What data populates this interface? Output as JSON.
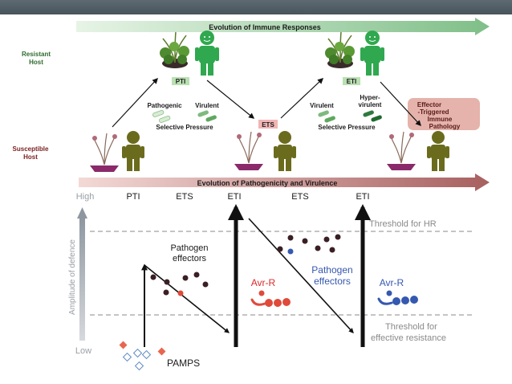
{
  "top": {
    "evolution_immune": "Evolution of Immune Responses",
    "resistant_host": [
      "Resistant",
      "Host"
    ],
    "susceptible_host": [
      "Susceptible",
      "Host"
    ],
    "pti_badge": "PTI",
    "eti_badge": "ETI",
    "ets_badge": "ETS",
    "pathogenic": "Pathogenic",
    "virulent_left": "Virulent",
    "selective_pressure_left": "Selective Pressure",
    "virulent_right": "Virulent",
    "hypervirulent": [
      "Hyper-",
      "virulent"
    ],
    "selective_pressure_right": "Selective Pressure",
    "eti_pathology": [
      "Effector",
      "-Triggered",
      "Immune",
      "Pathology"
    ],
    "evolution_pathogenicity": "Evolution of Pathogenicity and Virulence"
  },
  "bottom": {
    "high": "High",
    "low": "Low",
    "y_axis": "Amplitude of defence",
    "phases": [
      "PTI",
      "ETS",
      "ETI",
      "ETS",
      "ETI"
    ],
    "threshold_hr": "Threshold for HR",
    "threshold_effective": [
      "Threshold for",
      "effective resistance"
    ],
    "pathogen_effectors_left": [
      "Pathogen",
      "effectors"
    ],
    "pathogen_effectors_right": [
      "Pathogen",
      "effectors"
    ],
    "avr_r_red": "Avr-R",
    "avr_r_blue": "Avr-R",
    "pamps": "PAMPS"
  },
  "colors": {
    "green_arrow": "#93c79a",
    "resistant_label": "#2e6b2e",
    "susceptible_label": "#7a1f1f",
    "person_green": "#2fa84f",
    "person_olive": "#6b6b1e",
    "badge_green": "#b9e0b2",
    "badge_pink": "#f0b5b5",
    "pathology_bg": "#e5b3ab",
    "red_text": "#d92b2b",
    "blue_text": "#3558b0",
    "threshold_text": "#8a8a8a"
  }
}
